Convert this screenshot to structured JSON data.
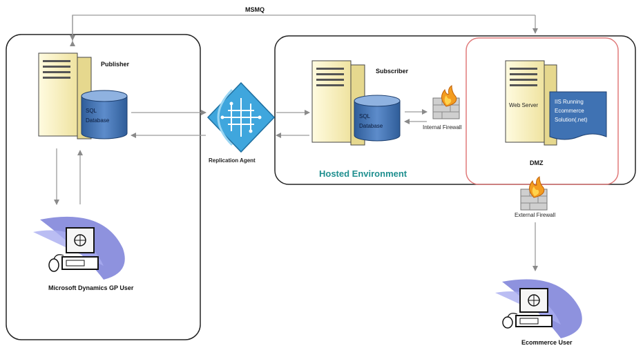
{
  "top_link_label": "MSMQ",
  "publisher": {
    "server_label": "Publisher",
    "db_line1": "SQL",
    "db_line2": "Database"
  },
  "replication_agent_label": "Replication Agent",
  "subscriber": {
    "server_label": "Subscriber",
    "db_line1": "SQL",
    "db_line2": "Database"
  },
  "internal_firewall_label": "Internal Firewall",
  "hosted_environment_label": "Hosted Environment",
  "web_server_label": "Web Server",
  "iis_note": {
    "line1": "IIS Running",
    "line2": "Ecommerce",
    "line3": "Solution(.net)"
  },
  "dmz_label": "DMZ",
  "external_firewall_label": "External Firewall",
  "gp_user_label": "Microsoft Dynamics GP User",
  "ecommerce_user_label": "Ecommerce User",
  "colors": {
    "server_fill": "#fbf3c2",
    "database_fill": "#3e6fae",
    "database_top": "#6f9ad2",
    "note_fill": "#3f72b3",
    "dmz_border": "#e07a7a",
    "hosted_text": "#1f8f8f",
    "agent_fill": "#3fa6dd",
    "user_swoosh": "#7a7fd8"
  }
}
